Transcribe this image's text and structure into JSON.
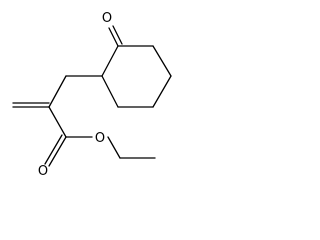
{
  "structure": {
    "atoms": {
      "ketone_oxygen": "O",
      "carbonyl_oxygen": "O",
      "ester_oxygen": "O"
    },
    "colors": {
      "bond": "#000000",
      "label": "#000000",
      "background": "#ffffff"
    }
  }
}
